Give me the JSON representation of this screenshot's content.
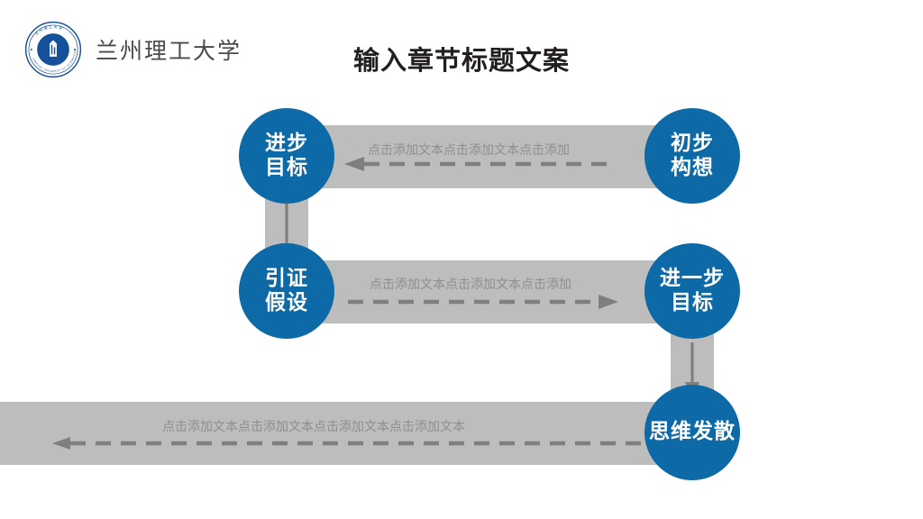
{
  "header": {
    "logo_icon": "university-seal-icon",
    "logo_alt_ring_text": "LANZHOU UNIVERSITY OF TECHNOLOGY",
    "brand_name": "兰州理工大学",
    "title": "输入章节标题文案"
  },
  "colors": {
    "node_blue": "#0d6aa6",
    "bar_gray": "#bdbdbd",
    "arrow_gray": "#7f7f7f",
    "label_gray": "#8e8e8e",
    "title_black": "#231f20",
    "brand_gray": "#4a4a4a",
    "background": "#ffffff"
  },
  "diagram": {
    "nodes": [
      {
        "id": "node-jinbu-mubiao",
        "lines": [
          "进步",
          "目标"
        ]
      },
      {
        "id": "node-chubu-gouxiang",
        "lines": [
          "初步",
          "构想"
        ]
      },
      {
        "id": "node-yinzheng-jiashe",
        "lines": [
          "引证",
          "假设"
        ]
      },
      {
        "id": "node-jinyibu-mubiao",
        "lines": [
          "进一步",
          "目标"
        ]
      },
      {
        "id": "node-siwei-fasan",
        "lines": [
          "思维发散"
        ]
      }
    ],
    "connectors": [
      {
        "id": "connector-top",
        "label": "点击添加文本点击添加文本点击添加",
        "direction": "left",
        "style": "dashed"
      },
      {
        "id": "connector-middle",
        "label": "点击添加文本点击添加文本点击添加",
        "direction": "right",
        "style": "dashed"
      },
      {
        "id": "connector-bottom",
        "label": "点击添加文本点击添加文本点击添加文本点击添加文本",
        "direction": "left",
        "style": "dashed"
      },
      {
        "id": "connector-left-vertical",
        "label": "",
        "direction": "down",
        "style": "solid"
      },
      {
        "id": "connector-right-vertical",
        "label": "",
        "direction": "down",
        "style": "solid"
      }
    ]
  }
}
